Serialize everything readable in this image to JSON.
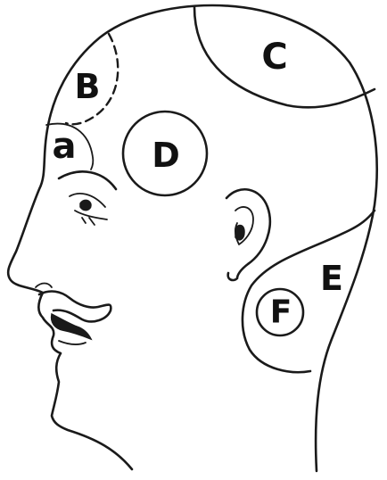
{
  "labels": {
    "a": "a",
    "b": "B",
    "c": "C",
    "d": "D",
    "e": "E",
    "f": "F"
  }
}
